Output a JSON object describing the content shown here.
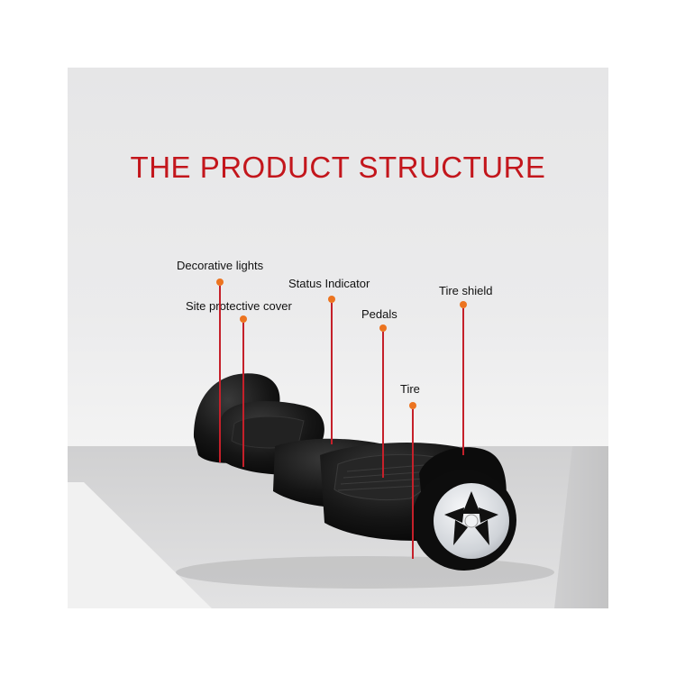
{
  "title": "THE PRODUCT STRUCTURE",
  "colors": {
    "title": "#c3161c",
    "dot": "#ec7420",
    "leader_line": "#c5202a",
    "board_body": "#141414",
    "wheel_rim": "#d9dde2"
  },
  "callouts": [
    {
      "id": "decorative-lights",
      "label": "Decorative lights"
    },
    {
      "id": "status-indicator",
      "label": "Status Indicator"
    },
    {
      "id": "site-protective-cover",
      "label": "Site protective cover"
    },
    {
      "id": "pedals",
      "label": "Pedals"
    },
    {
      "id": "tire-shield",
      "label": "Tire shield"
    },
    {
      "id": "tire",
      "label": "Tire"
    }
  ]
}
